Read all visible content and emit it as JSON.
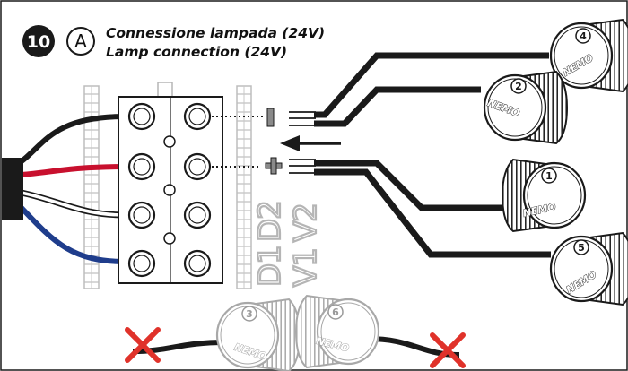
{
  "step": {
    "number": "10",
    "letter": "A"
  },
  "title": {
    "italian": "Connessione lampada (24V)",
    "english": "Lamp connection (24V)"
  },
  "terminal_labels": [
    "D1",
    "D2",
    "V1",
    "V2"
  ],
  "polarity": {
    "negative_symbol": "−",
    "positive_symbol": "+"
  },
  "caps": [
    {
      "id": "cap-4",
      "number": "4",
      "brand": "NEMO"
    },
    {
      "id": "cap-2",
      "number": "2",
      "brand": "NEMO"
    },
    {
      "id": "cap-1",
      "number": "1",
      "brand": "NEMO"
    },
    {
      "id": "cap-5",
      "number": "5",
      "brand": "NEMO"
    },
    {
      "id": "cap-3",
      "number": "3",
      "brand": "NEMO"
    },
    {
      "id": "cap-6",
      "number": "6",
      "brand": "NEMO"
    }
  ],
  "wire_colors": {
    "black": "#1a1a1a",
    "red": "#c8102e",
    "white": "#ffffff",
    "blue": "#1f3d8c",
    "cross": "#e0322a"
  }
}
